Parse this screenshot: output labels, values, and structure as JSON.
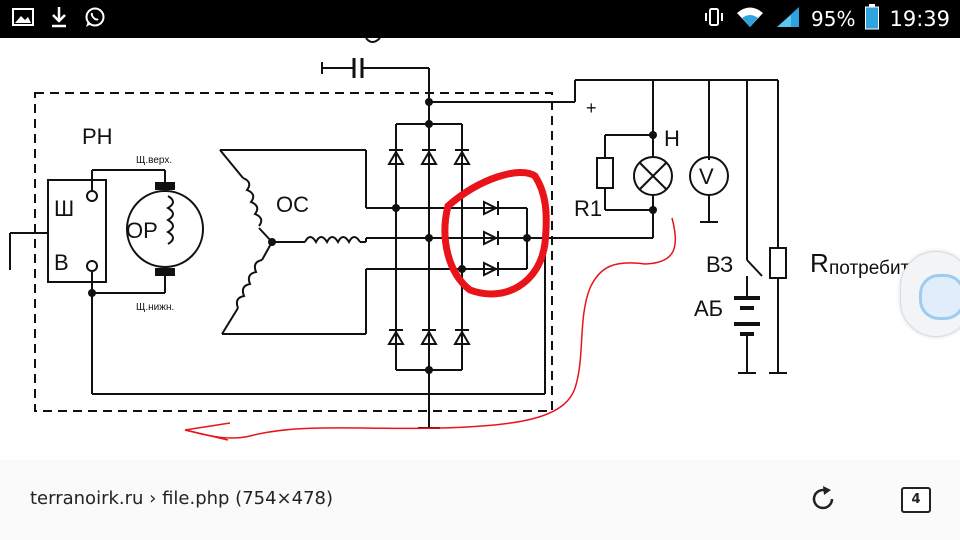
{
  "statusbar": {
    "battery_percent": "95%",
    "clock": "19:39",
    "icons": [
      "image-icon",
      "download-icon",
      "whatsapp-icon",
      "vibrate-icon",
      "wifi-icon",
      "signal-icon",
      "battery-icon"
    ]
  },
  "diagram": {
    "labels": {
      "regulator": "РН",
      "winding_terminal": "Ш",
      "b_terminal": "В",
      "field_winding": "ОР",
      "brush_top": "Щ.верх.",
      "brush_bottom": "Щ.нижн.",
      "stator": "ОС",
      "plus": "+",
      "lamp": "Н",
      "resistor": "R1",
      "voltmeter": "V",
      "switch": "ВЗ",
      "battery": "АБ",
      "load_r": "R",
      "load_sub": "потребители"
    }
  },
  "bottombar": {
    "url_text": "terranoirk.ru › file.php (754×478)",
    "tab_count": "4"
  },
  "colors": {
    "annotation_red": "#e8141a"
  }
}
